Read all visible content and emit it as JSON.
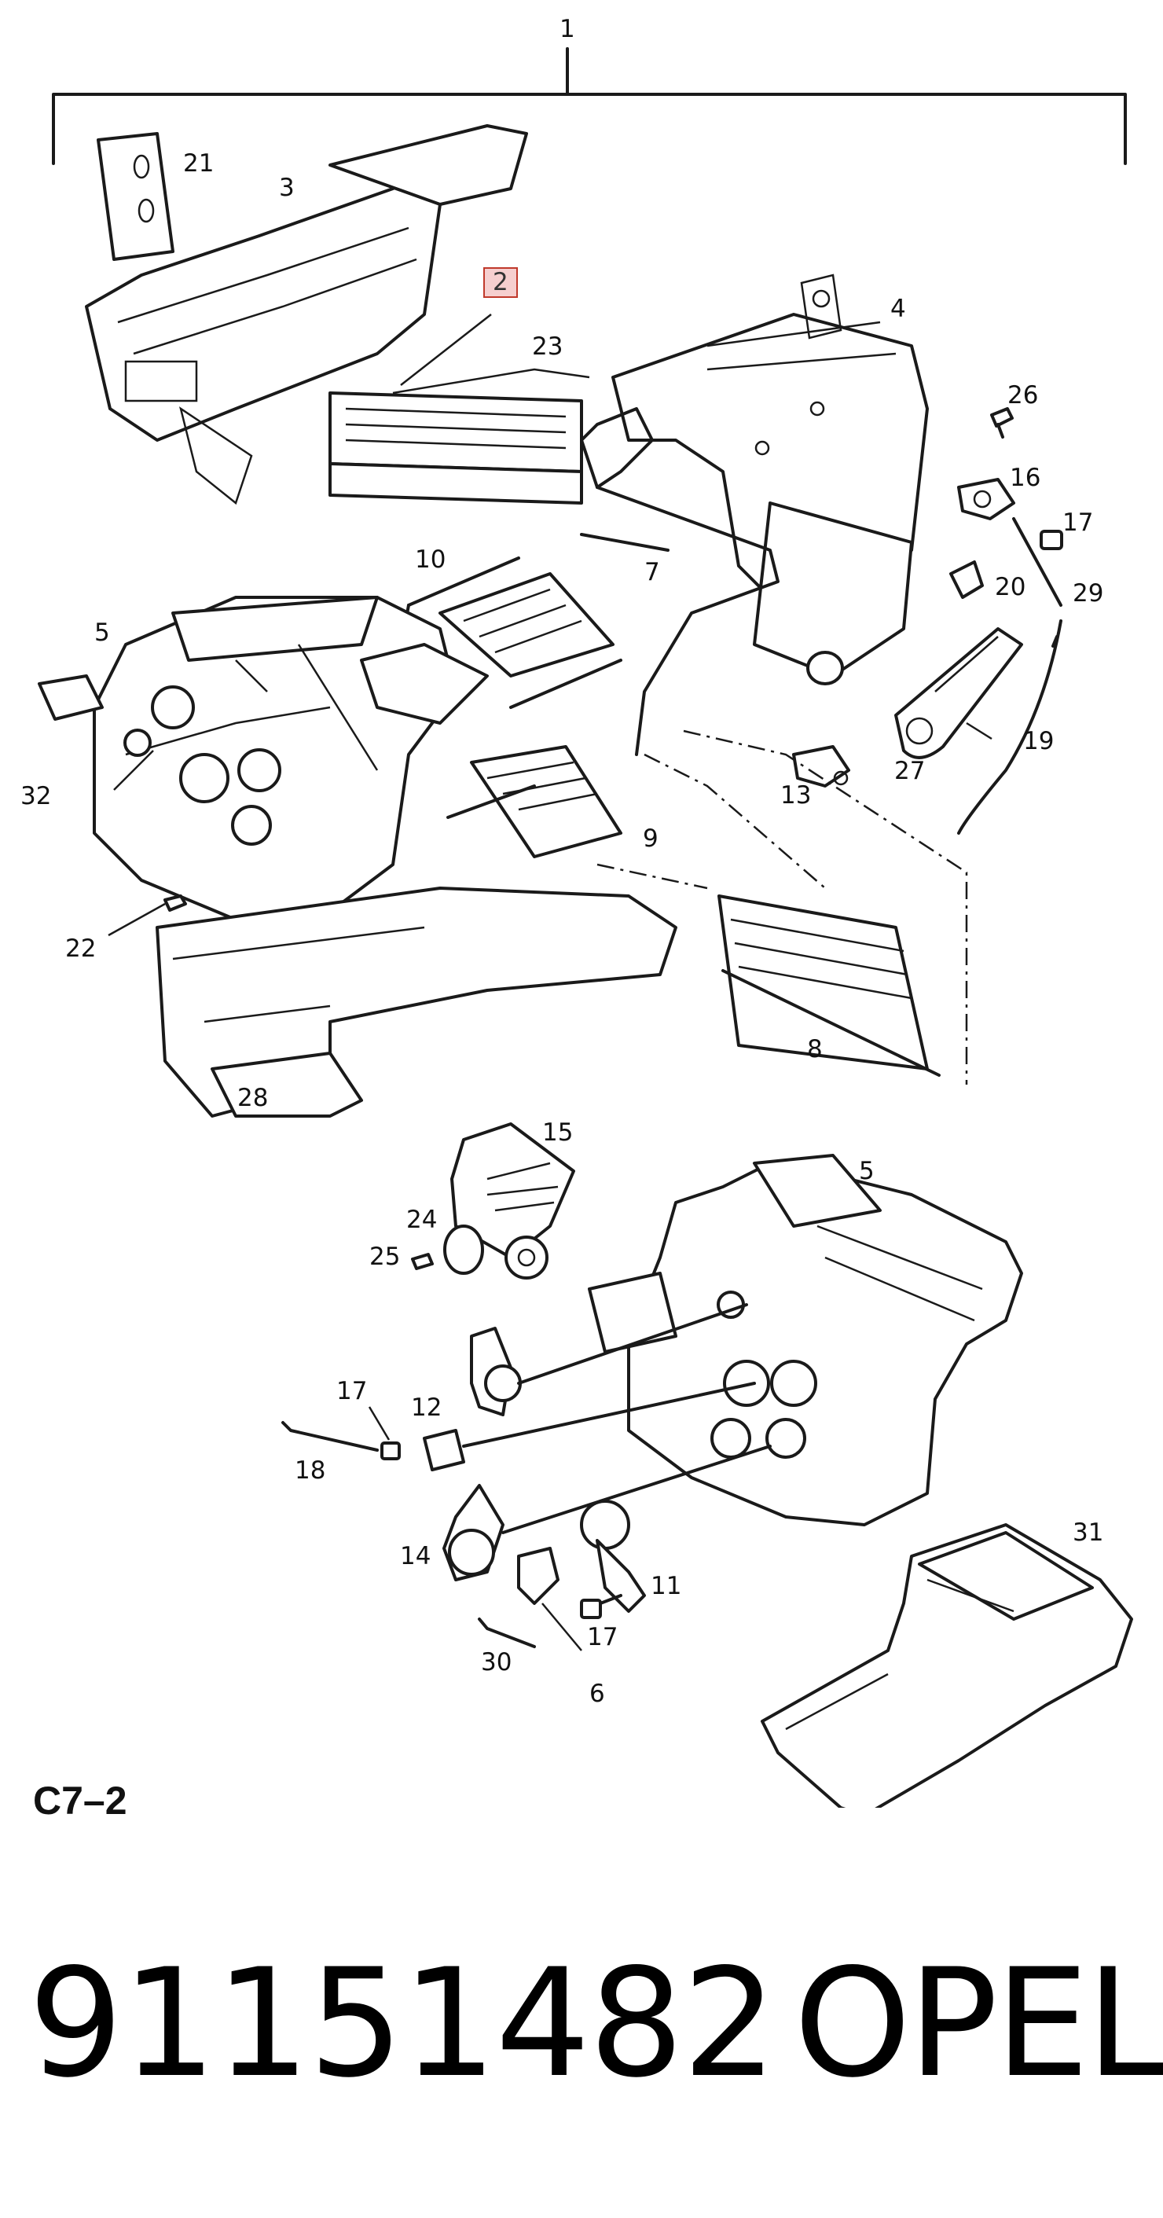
{
  "callouts": {
    "c1": "1",
    "c2": "2",
    "c3": "3",
    "c4": "4",
    "c5a": "5",
    "c5b": "5",
    "c6": "6",
    "c7": "7",
    "c8": "8",
    "c9": "9",
    "c10": "10",
    "c11": "11",
    "c12": "12",
    "c13": "13",
    "c14": "14",
    "c15": "15",
    "c16": "16",
    "c17a": "17",
    "c17b": "17",
    "c17c": "17",
    "c18": "18",
    "c19": "19",
    "c20": "20",
    "c21": "21",
    "c22": "22",
    "c23": "23",
    "c24": "24",
    "c25": "25",
    "c26": "26",
    "c27": "27",
    "c28": "28",
    "c29": "29",
    "c30": "30",
    "c31": "31",
    "c32": "32"
  },
  "highlighted_callout": "2",
  "highlight_color": "#f6cfcf",
  "highlight_border_color": "#c0392b",
  "page_code": "C7–2",
  "part_number": "91151482",
  "brand": "OPEL"
}
